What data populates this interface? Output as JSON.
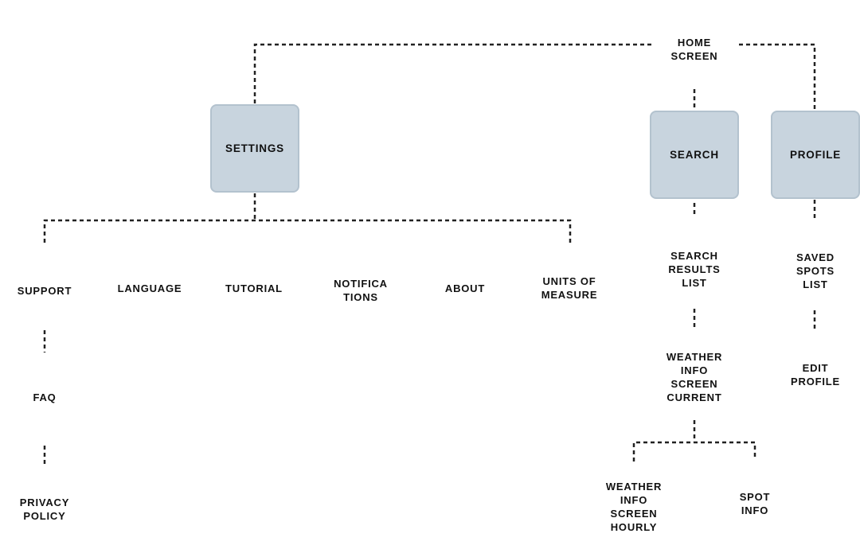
{
  "colors": {
    "box_fill": "#c8d4de",
    "box_border": "#b3c2ce",
    "connector": "#222222",
    "text": "#111111"
  },
  "nodes": {
    "home": "HOME\nSCREEN",
    "settings": "SETTINGS",
    "search": "SEARCH",
    "profile": "PROFILE",
    "support": "SUPPORT",
    "language": "LANGUAGE",
    "tutorial": "TUTORIAL",
    "notifications": "NOTIFICA\nTIONS",
    "about": "ABOUT",
    "units": "UNITS OF\nMEASURE",
    "faq": "FAQ",
    "privacy": "PRIVACY\nPOLICY",
    "search_results": "SEARCH\nRESULTS\nLIST",
    "weather_current": "WEATHER\nINFO\nSCREEN\nCURRENT",
    "weather_hourly": "WEATHER\nINFO\nSCREEN\nHOURLY",
    "spot_info": "SPOT\nINFO",
    "saved_spots": "SAVED\nSPOTS\nLIST",
    "edit_profile": "EDIT\nPROFILE"
  }
}
